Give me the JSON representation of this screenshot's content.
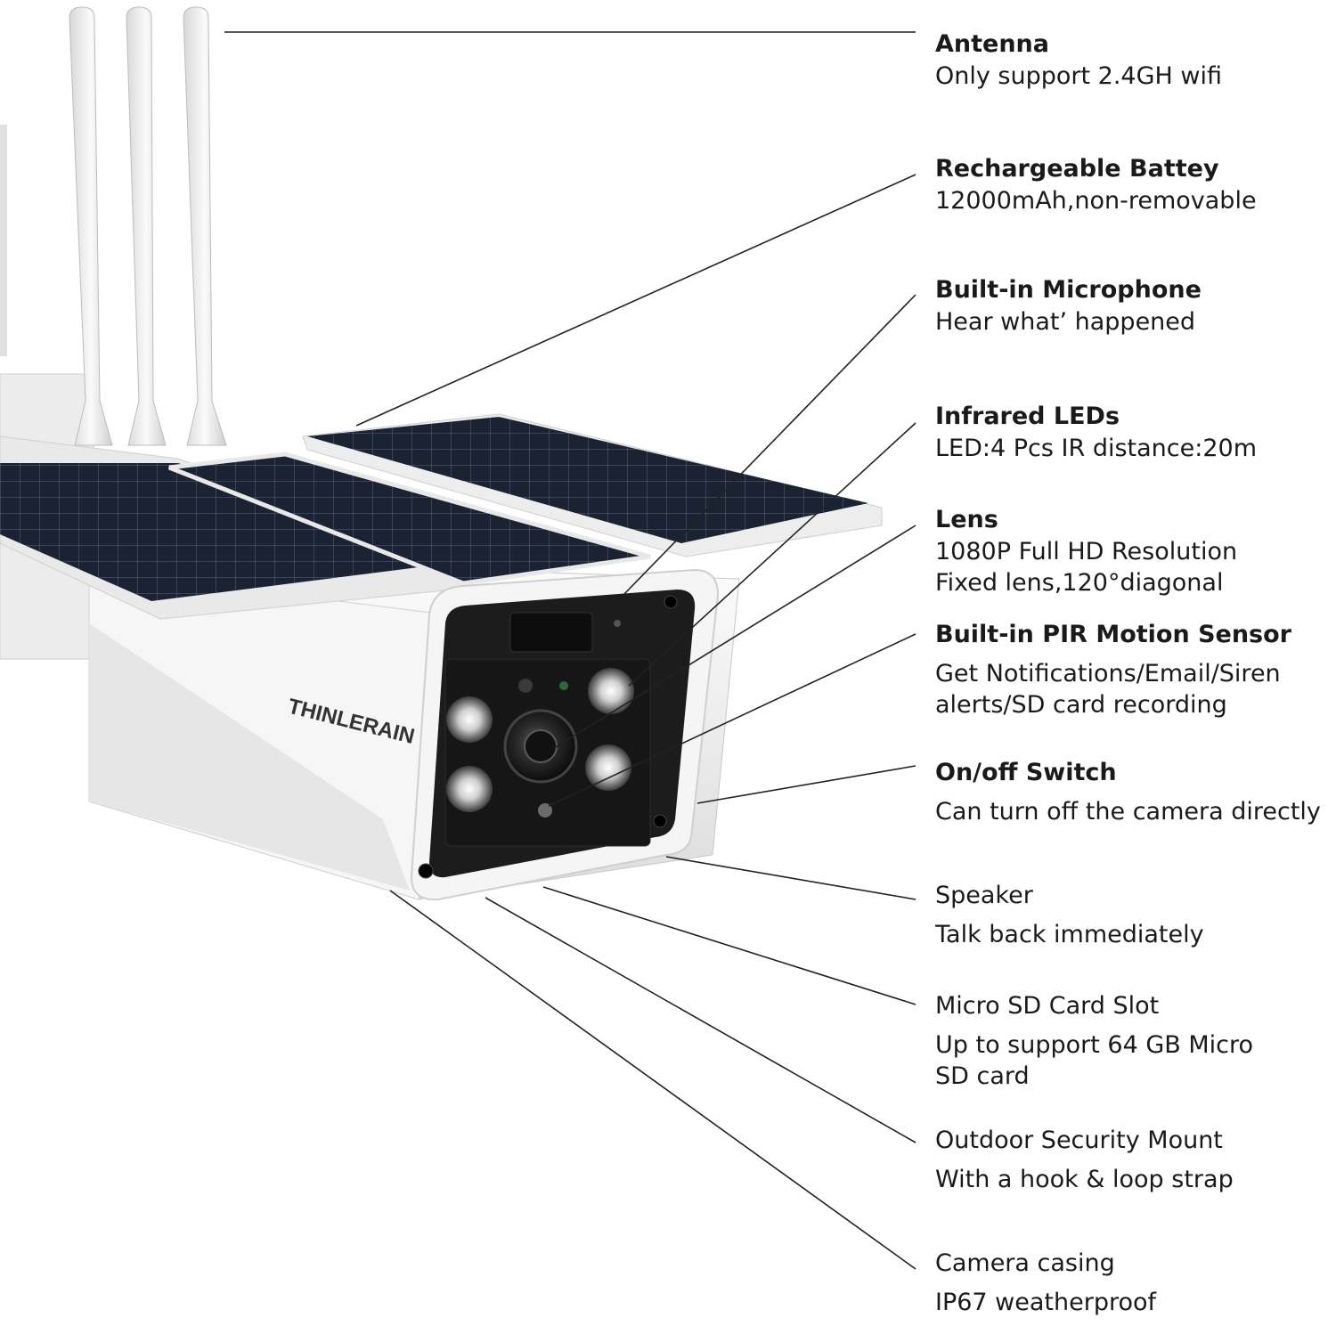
{
  "brand": "THINLERAIN",
  "callouts": [
    {
      "title": "Antenna",
      "desc": "Only support 2.4GH wifi"
    },
    {
      "title": "Rechargeable Battey",
      "desc": "12000mAh,non-removable"
    },
    {
      "title": "Built-in Microphone",
      "desc": "Hear what’ happened"
    },
    {
      "title": "Infrared LEDs",
      "desc": "LED:4 Pcs IR distance:20m"
    },
    {
      "title": "Lens",
      "desc": "1080P Full HD Resolution\nFixed lens,120°diagonal"
    },
    {
      "title": "Built-in PIR Motion Sensor",
      "desc": "Get Notifications/Email/Siren\nalerts/SD card recording"
    },
    {
      "title": "On/off Switch",
      "desc": "Can turn off the camera directly"
    },
    {
      "title": "Speaker",
      "desc": "Talk back immediately"
    },
    {
      "title": "Micro SD Card Slot",
      "desc": "Up to support 64 GB Micro\nSD card"
    },
    {
      "title": "Outdoor Security Mount",
      "desc": "With a hook & loop strap"
    },
    {
      "title": "Camera casing",
      "desc": "IP67 weatherproof"
    }
  ],
  "colors": {
    "leader_line": "#222222",
    "solar_panel": "#1b2333",
    "camera_body": "#f2f2f2",
    "camera_face": "#1c1c1c"
  }
}
